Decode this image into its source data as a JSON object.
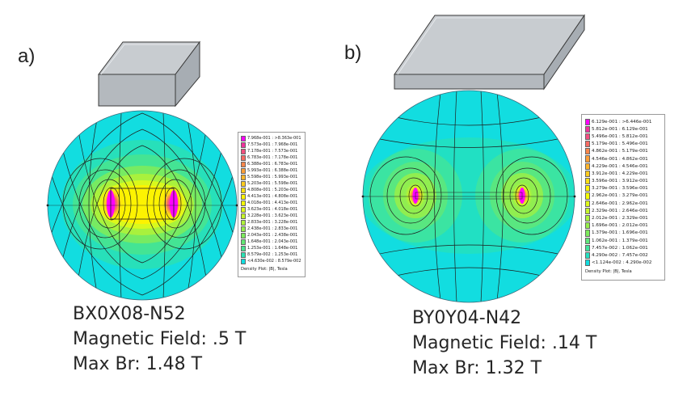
{
  "panels": [
    {
      "label": "a)",
      "legend": {
        "entries": [
          {
            "range": "7.968e-001 : >8.363e-001",
            "color": "#ff00ff"
          },
          {
            "range": "7.573e-001 : 7.968e-001",
            "color": "#f0329c"
          },
          {
            "range": "7.178e-001 : 7.573e-001",
            "color": "#f34f7f"
          },
          {
            "range": "6.783e-001 : 7.178e-001",
            "color": "#f76a63"
          },
          {
            "range": "6.388e-001 : 6.783e-001",
            "color": "#fb864a"
          },
          {
            "range": "5.993e-001 : 6.388e-001",
            "color": "#fe9e36"
          },
          {
            "range": "5.598e-001 : 5.993e-001",
            "color": "#ffb52a"
          },
          {
            "range": "5.203e-001 : 5.598e-001",
            "color": "#ffcb1f"
          },
          {
            "range": "4.808e-001 : 5.203e-001",
            "color": "#ffe011"
          },
          {
            "range": "4.413e-001 : 4.808e-001",
            "color": "#fff200"
          },
          {
            "range": "4.018e-001 : 4.413e-001",
            "color": "#f3fb05"
          },
          {
            "range": "3.623e-001 : 4.018e-001",
            "color": "#def91a"
          },
          {
            "range": "3.228e-001 : 3.623e-001",
            "color": "#c6f52a"
          },
          {
            "range": "2.833e-001 : 3.228e-001",
            "color": "#aef23a"
          },
          {
            "range": "2.438e-001 : 2.833e-001",
            "color": "#96ee4a"
          },
          {
            "range": "2.043e-001 : 2.438e-001",
            "color": "#7deb5c"
          },
          {
            "range": "1.648e-001 : 2.043e-001",
            "color": "#63e874"
          },
          {
            "range": "1.253e-001 : 1.648e-001",
            "color": "#48e490"
          },
          {
            "range": "8.579e-002 : 1.253e-001",
            "color": "#2be1b3"
          },
          {
            "range": "<4.630e-002 : 8.579e-002",
            "color": "#12dde0"
          }
        ],
        "title": "Density Plot: |B|, Tesla"
      },
      "caption": [
        "BX0X08-N52",
        "Magnetic Field: .5 T",
        "Max Br: 1.48 T"
      ]
    },
    {
      "label": "b)",
      "legend": {
        "entries": [
          {
            "range": "6.129e-001 : >6.446e-001",
            "color": "#ff00ff"
          },
          {
            "range": "5.812e-001 : 6.129e-001",
            "color": "#f0329c"
          },
          {
            "range": "5.496e-001 : 5.812e-001",
            "color": "#f34f7f"
          },
          {
            "range": "5.179e-001 : 5.496e-001",
            "color": "#f76a63"
          },
          {
            "range": "4.862e-001 : 5.179e-001",
            "color": "#fb864a"
          },
          {
            "range": "4.546e-001 : 4.862e-001",
            "color": "#fe9e36"
          },
          {
            "range": "4.229e-001 : 4.546e-001",
            "color": "#ffb52a"
          },
          {
            "range": "3.912e-001 : 4.229e-001",
            "color": "#ffcb1f"
          },
          {
            "range": "3.596e-001 : 3.912e-001",
            "color": "#ffe011"
          },
          {
            "range": "3.279e-001 : 3.596e-001",
            "color": "#fff200"
          },
          {
            "range": "2.962e-001 : 3.279e-001",
            "color": "#f3fb05"
          },
          {
            "range": "2.646e-001 : 2.962e-001",
            "color": "#def91a"
          },
          {
            "range": "2.329e-001 : 2.646e-001",
            "color": "#c6f52a"
          },
          {
            "range": "2.012e-001 : 2.329e-001",
            "color": "#aef23a"
          },
          {
            "range": "1.696e-001 : 2.012e-001",
            "color": "#96ee4a"
          },
          {
            "range": "1.379e-001 : 1.696e-001",
            "color": "#7deb5c"
          },
          {
            "range": "1.062e-001 : 1.379e-001",
            "color": "#5fe87a"
          },
          {
            "range": "7.457e-002 : 1.062e-001",
            "color": "#40e49c"
          },
          {
            "range": "4.290e-002 : 7.457e-002",
            "color": "#24e0c0"
          },
          {
            "range": "<1.124e-002 : 4.290e-002",
            "color": "#12dde0"
          }
        ],
        "title": "Density Plot: |B|, Tesla"
      },
      "caption": [
        "BY0Y04-N42",
        "Magnetic Field: .14 T",
        "Max Br: 1.32 T"
      ]
    }
  ],
  "colors": {
    "magnet_top": "#c8ccd0",
    "magnet_front": "#b4b9be",
    "magnet_side": "#a7adb3",
    "field_background": "#12dde0",
    "field_line": "#1e1e1e"
  }
}
